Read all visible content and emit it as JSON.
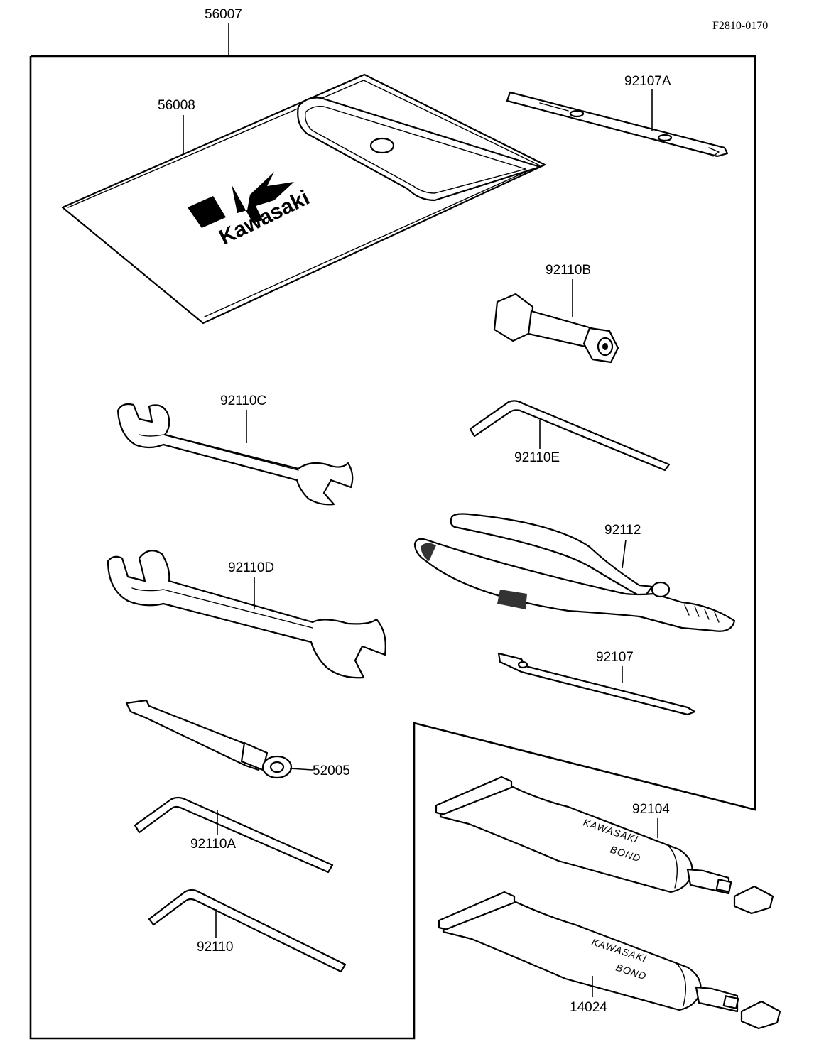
{
  "drawing_code": "F2810-0170",
  "kit_label": "56007",
  "pouch": {
    "label": "56008",
    "brand_text": "Kawasaki"
  },
  "parts": {
    "screwdriver_grip": "92107A",
    "plug_adapter": "92110B",
    "wrench_small": "92110C",
    "hex_key_e": "92110E",
    "pliers": "92112",
    "wrench_large": "92110D",
    "screwdriver_bit": "92107",
    "socket_wrench": "52005",
    "hex_key_a": "92110A",
    "hex_key": "92110",
    "bond_tube_upper": "92104",
    "bond_tube_lower": "14024"
  },
  "tube_text": {
    "line1": "KAWASAKI",
    "line2": "BOND"
  }
}
